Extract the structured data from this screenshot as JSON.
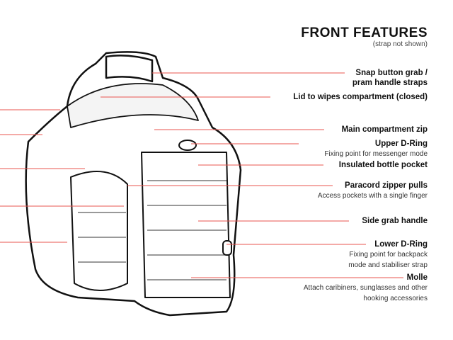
{
  "header": {
    "title": "FRONT FEATURES",
    "subtitle": "(strap not shown)"
  },
  "features": [
    {
      "name": "Snap button grab /",
      "name2": "pram handle straps"
    },
    {
      "name": "Lid to wipes compartment (closed)"
    },
    {
      "name": "Main compartment zip"
    },
    {
      "name": "Upper D-Ring",
      "desc": "Fixing point for messenger mode"
    },
    {
      "name": "Insulated bottle pocket"
    },
    {
      "name": "Paracord zipper pulls",
      "desc": "Access pockets with a single finger"
    },
    {
      "name": "Side grab handle"
    },
    {
      "name": "Lower D-Ring",
      "desc": "Fixing point for backpack",
      "desc2": "mode and stabiliser strap"
    },
    {
      "name": "Molle",
      "desc": "Attach caribiners, sunglasses and other",
      "desc2": "hooking accessories"
    }
  ],
  "colors": {
    "leader": "#e8544f",
    "outline": "#111111"
  }
}
